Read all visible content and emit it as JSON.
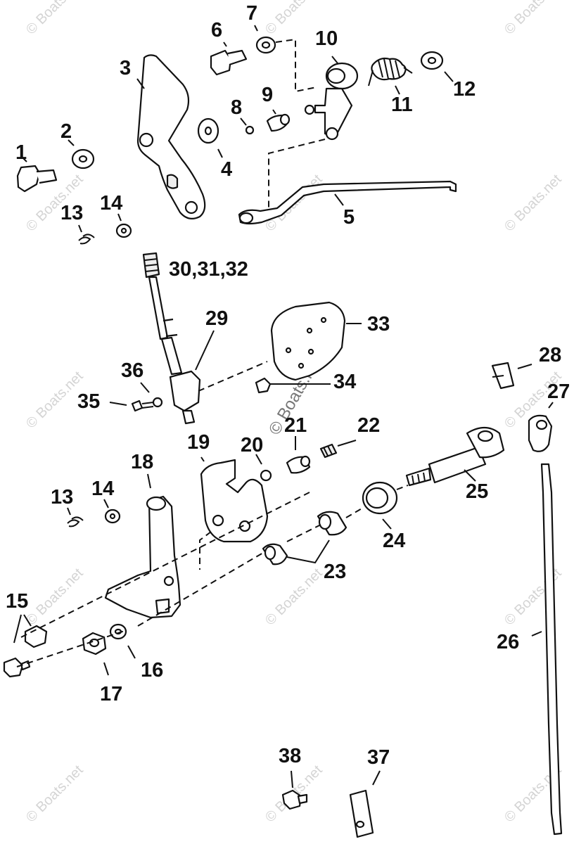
{
  "labels": {
    "l1": "1",
    "l2": "2",
    "l3": "3",
    "l4": "4",
    "l5": "5",
    "l6": "6",
    "l7": "7",
    "l8": "8",
    "l9": "9",
    "l10": "10",
    "l11": "11",
    "l12": "12",
    "l13a": "13",
    "l14a": "14",
    "l13b": "13",
    "l14b": "14",
    "l15": "15",
    "l16": "16",
    "l17": "17",
    "l18": "18",
    "l19": "19",
    "l20": "20",
    "l21": "21",
    "l22": "22",
    "l23": "23",
    "l24": "24",
    "l25": "25",
    "l26": "26",
    "l27": "27",
    "l28": "28",
    "l29": "29",
    "l30": "30,31,32",
    "l33": "33",
    "l34": "34",
    "l35": "35",
    "l36": "36",
    "l37": "37",
    "l38": "38"
  },
  "watermark": "© Boats.net"
}
